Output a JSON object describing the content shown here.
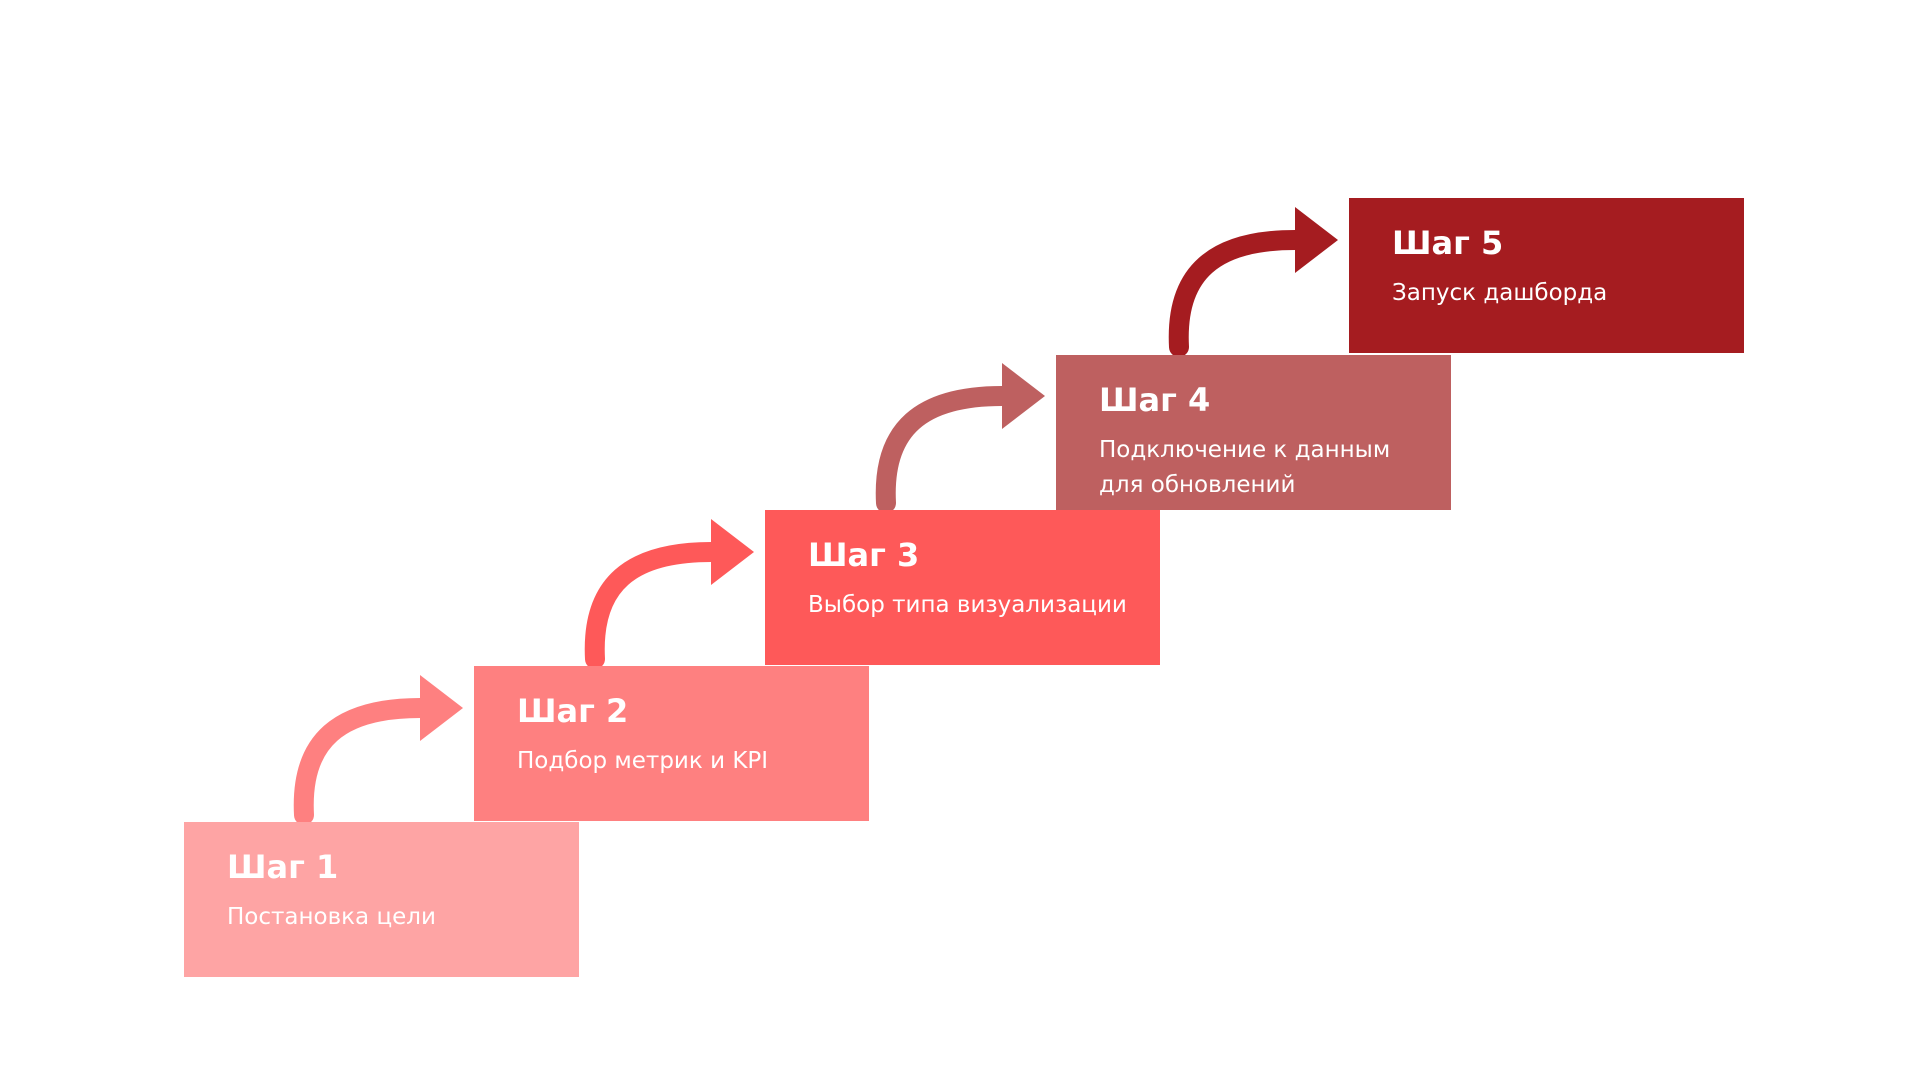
{
  "steps": [
    {
      "title": "Шаг 1",
      "description": "Постановка цели",
      "color": "#fea4a4"
    },
    {
      "title": "Шаг 2",
      "description": "Подбор метрик и KPI",
      "color": "#fe8080"
    },
    {
      "title": "Шаг 3",
      "description": "Выбор типа визуализации",
      "color": "#fe5959"
    },
    {
      "title": "Шаг 4",
      "description": "Подключение к данным для обновлений",
      "color": "#be6060"
    },
    {
      "title": "Шаг 5",
      "description": "Запуск дашборда",
      "color": "#a51c20"
    }
  ],
  "arrows": [
    {
      "icon": "curved-arrow-icon",
      "color": "#fe8080"
    },
    {
      "icon": "curved-arrow-icon",
      "color": "#fe5959"
    },
    {
      "icon": "curved-arrow-icon",
      "color": "#be6060"
    },
    {
      "icon": "curved-arrow-icon",
      "color": "#a51c20"
    }
  ]
}
